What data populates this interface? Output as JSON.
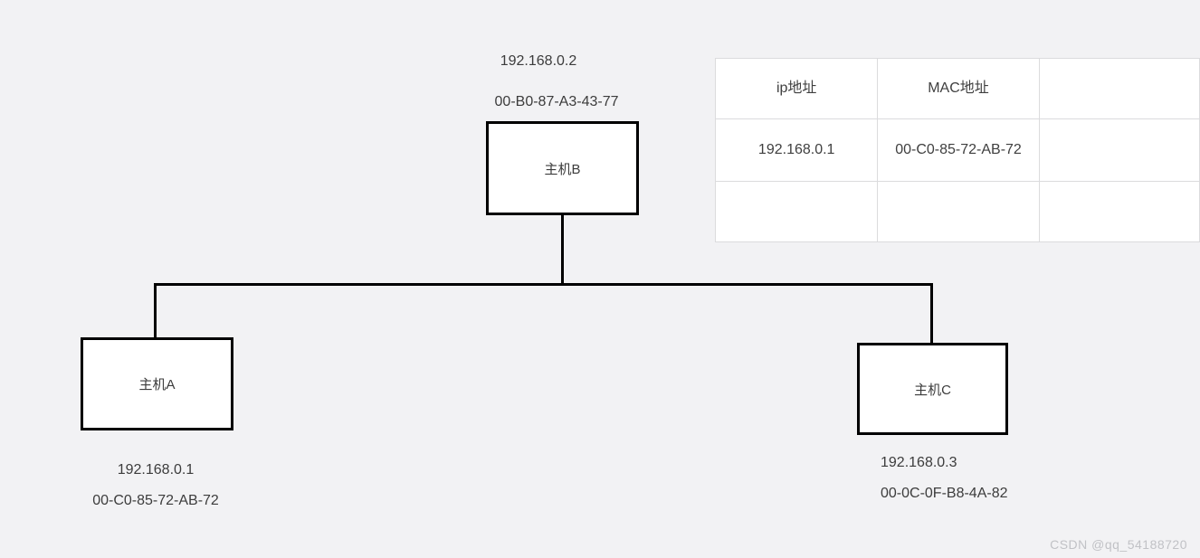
{
  "diagram": {
    "hosts": {
      "b": {
        "label": "主机B",
        "ip": "192.168.0.2",
        "mac": "00-B0-87-A3-43-77"
      },
      "a": {
        "label": "主机A",
        "ip": "192.168.0.1",
        "mac": "00-C0-85-72-AB-72"
      },
      "c": {
        "label": "主机C",
        "ip": "192.168.0.3",
        "mac": "00-0C-0F-B8-4A-82"
      }
    },
    "topology": "bus"
  },
  "arp_table": {
    "headers": [
      "ip地址",
      "MAC地址",
      ""
    ],
    "rows": [
      [
        "192.168.0.1",
        "00-C0-85-72-AB-72",
        ""
      ],
      [
        "",
        "",
        ""
      ]
    ]
  },
  "watermark": {
    "text": "CSDN @qq_54188720"
  },
  "colors": {
    "background": "#f2f2f4",
    "node_border": "#000000",
    "node_fill": "#ffffff",
    "connector": "#000000",
    "text": "#3c3c3c",
    "table_border": "#dbdbdd",
    "table_cell_fill": "#ffffff",
    "watermark": "#c1c2c6"
  }
}
